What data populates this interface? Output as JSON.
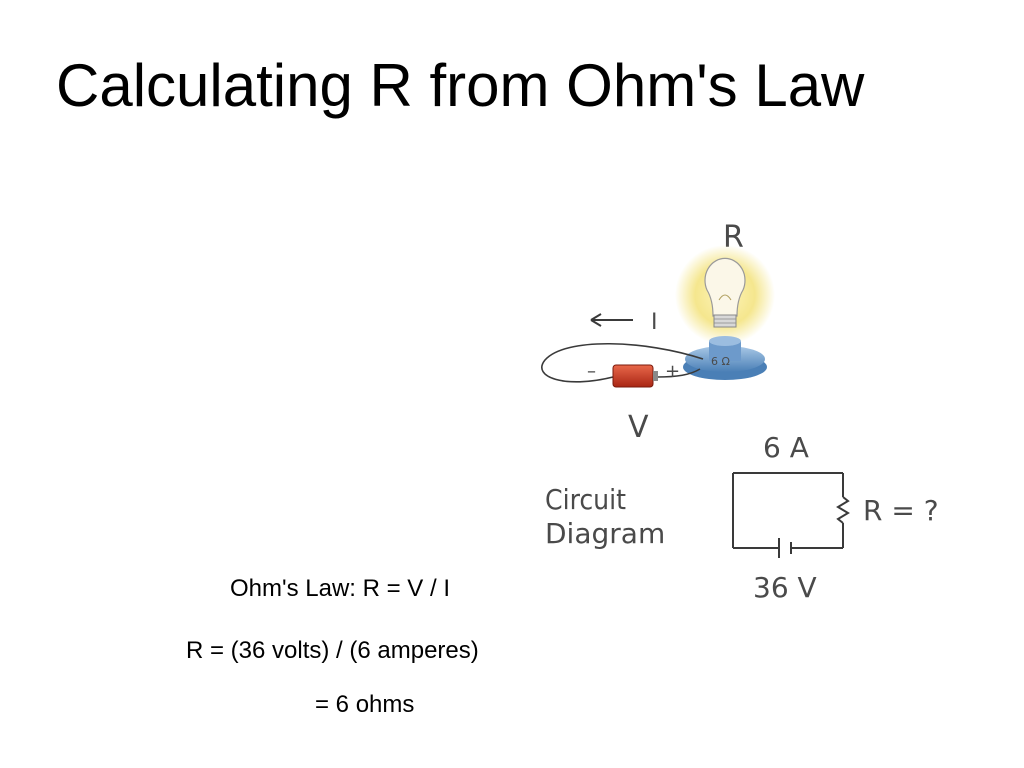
{
  "slide": {
    "title": "Calculating R from Ohm's Law"
  },
  "figure": {
    "label_resistance": "R",
    "label_current": "I",
    "label_voltage": "V",
    "bulb_rating": "6 Ω",
    "battery_minus": "–",
    "battery_plus": "+",
    "circuit_caption_line1": "Circuit",
    "circuit_caption_line2": "Diagram",
    "diagram_current": "6 A",
    "diagram_resistor": "R = ?",
    "diagram_voltage": "36 V"
  },
  "equations": {
    "line1": "Ohm's Law: R = V / I",
    "line2": "R = (36 volts) / (6 amperes)",
    "line3": "= 6 ohms"
  },
  "colors": {
    "battery": "#c8321e",
    "bulb_base": "#5b8fc4",
    "glow": "#f3e27a",
    "wire": "#3a3a3a"
  }
}
